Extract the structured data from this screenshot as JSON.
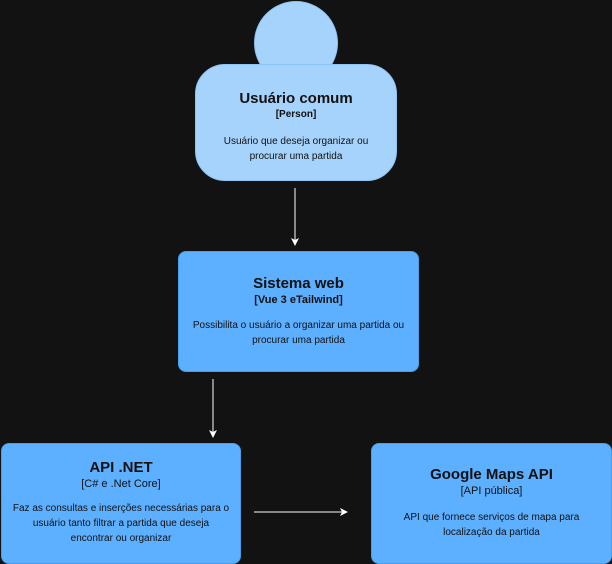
{
  "diagram": {
    "person": {
      "title": "Usuário comum",
      "tech": "[Person]",
      "desc_line1": "Usuário que deseja organizar ou",
      "desc_line2": "procurar uma partida"
    },
    "system": {
      "title": "Sistema web",
      "tech": "[Vue 3 eTailwind]",
      "desc_line1": "Possibilita o usuário a organizar uma partida ou",
      "desc_line2": "procurar uma partida"
    },
    "api_net": {
      "title": "API .NET",
      "tech": "[C# e .Net Core]",
      "desc_line1": "Faz as consultas e inserções necessárias para o",
      "desc_line2": "usuário tanto filtrar a partida que deseja",
      "desc_line3": "encontrar ou organizar"
    },
    "google_maps": {
      "title": "Google Maps API",
      "tech": "[API pública]",
      "desc_line1": "API que fornece serviços de mapa para",
      "desc_line2": "localização da partida"
    }
  },
  "colors": {
    "background": "#121212",
    "person_fill": "#a6d3fb",
    "container_fill": "#5dafff",
    "arrow": "#ffffff"
  }
}
